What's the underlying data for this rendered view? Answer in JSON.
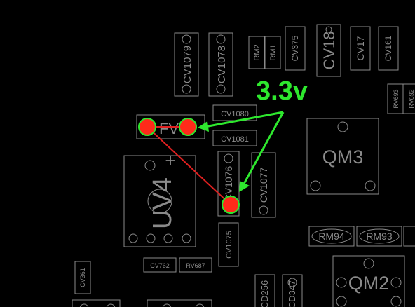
{
  "annotation": {
    "label": "3.3v",
    "colors": {
      "label": "#2ee82e",
      "wire": "#e02020",
      "pad": "#ff2a1a",
      "pad_ring": "#2ee82e",
      "silk": "#8a8a8a"
    }
  },
  "designators": {
    "cv1079": "CV1079",
    "cv1078": "CV1078",
    "rm2": "RM2",
    "rm1": "RM1",
    "cv375": "CV375",
    "cv18": "CV18",
    "cv17": "CV17",
    "cv161": "CV161",
    "cv1080": "CV1080",
    "cv1081": "CV1081",
    "fv": "FV",
    "qm3": "QM3",
    "uv4": "UV4",
    "cv1076": "CV1076",
    "cv1077": "CV1077",
    "cv1075": "CV1075",
    "rm94": "RM94",
    "rm93": "RM93",
    "qm2": "QM2",
    "cv762": "CV762",
    "rv687": "RV687",
    "cv361": "CV361",
    "cd256": "CD256",
    "cd347": "CD347",
    "rv_right_a": "RV693",
    "rv_right_b": "RV692",
    "plus": "+"
  }
}
